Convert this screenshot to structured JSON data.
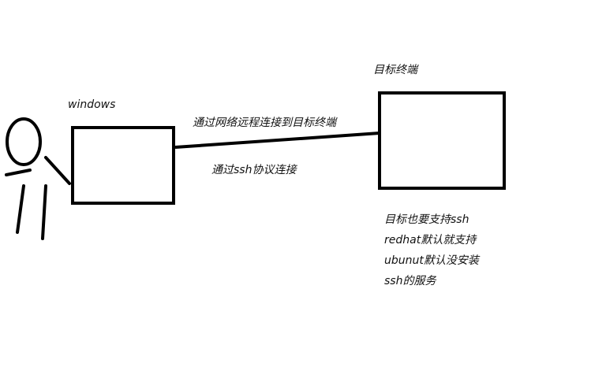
{
  "labels": {
    "source": "windows",
    "target": "目标终端",
    "connection_top": "通过网络远程连接到目标终端",
    "connection_bottom": "通过ssh协议连接"
  },
  "notes": [
    "目标也要支持ssh",
    "redhat默认就支持",
    "ubunut默认没安装",
    "ssh的服务"
  ]
}
